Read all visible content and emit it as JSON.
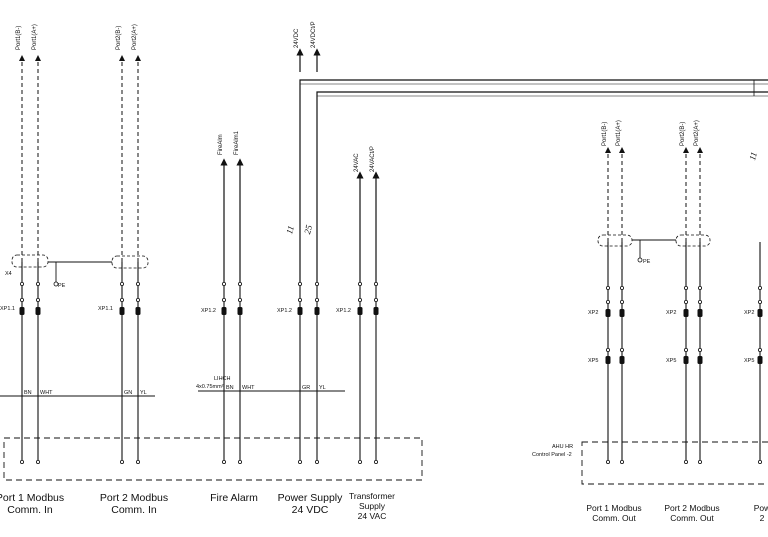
{
  "groups": [
    {
      "label": [
        "Port 1 Modbus",
        "Comm. In"
      ]
    },
    {
      "label": [
        "Port 2 Modbus",
        "Comm. In"
      ]
    },
    {
      "label": [
        "Fire Alarm"
      ]
    },
    {
      "label": [
        "Power Supply",
        "24 VDC"
      ]
    },
    {
      "label": [
        "Transformer",
        "Supply",
        "24 VAC"
      ]
    },
    {
      "label": [
        "Port 1 Modbus",
        "Comm. Out"
      ]
    },
    {
      "label": [
        "Port 2 Modbus",
        "Comm. Out"
      ]
    },
    {
      "label": [
        "Pow",
        "2"
      ]
    }
  ],
  "signals": [
    "Port1(B-)",
    "Port1(A+)",
    "Port2(B-)",
    "Port2(A+)",
    "FireAlm",
    "FireAlm1",
    "24VDC",
    "24VDCt/P",
    "24VAC",
    "24VACt/P",
    "Port1(B-)",
    "Port1(A+)",
    "Port2(B-)",
    "Port2(A+)"
  ],
  "terminal_strips": [
    "X4",
    "XP1.1",
    "XP1.1",
    "XP1.2",
    "XP1.2",
    "XP1.2",
    "XP2",
    "XP2",
    "XP2",
    "XP5",
    "XP5",
    "XP5"
  ],
  "wire_colors": [
    "BN",
    "WHT",
    "GN",
    "YL",
    "BN",
    "WHT",
    "GR",
    "YL"
  ],
  "cable": {
    "type": "LIHCH",
    "size": "4x0.75mm²"
  },
  "panel": {
    "line1": "AHU HR",
    "line2": "Control Panel -2"
  },
  "annotations": [
    "11",
    "25",
    "11",
    "PE",
    "PE"
  ]
}
